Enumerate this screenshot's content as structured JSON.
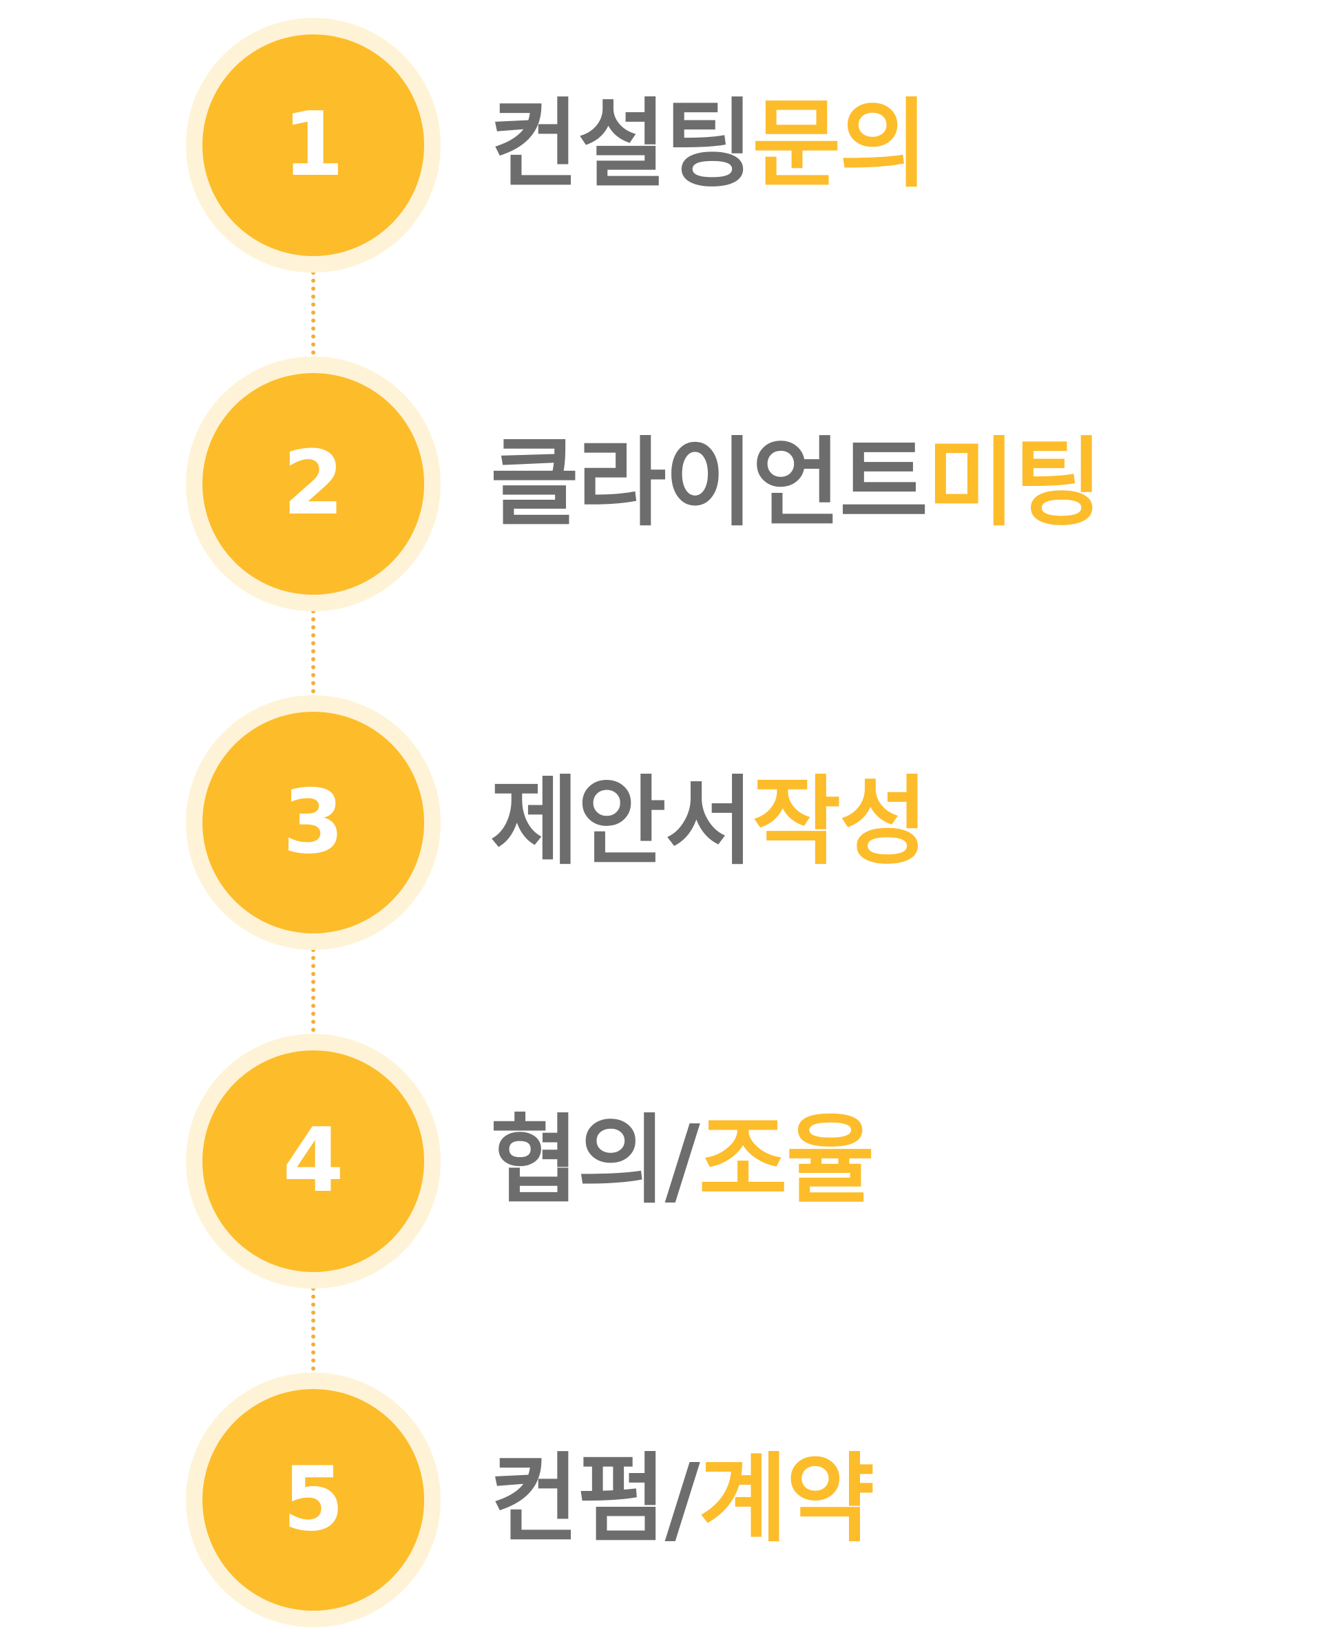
{
  "colors": {
    "accent": "#fdbc2a",
    "halo": "#fef3d6",
    "text_gray": "#6d6d6d",
    "connector": "#f5ad3a",
    "number_text": "#ffffff"
  },
  "steps": [
    {
      "number": "1",
      "label_main": "컨설팅 ",
      "label_sep": "",
      "label_accent": "문의"
    },
    {
      "number": "2",
      "label_main": "클라이언트 ",
      "label_sep": "",
      "label_accent": "미팅"
    },
    {
      "number": "3",
      "label_main": "제안서 ",
      "label_sep": "",
      "label_accent": "작성"
    },
    {
      "number": "4",
      "label_main": "협의",
      "label_sep": "/",
      "label_accent": "조율"
    },
    {
      "number": "5",
      "label_main": "컨펌",
      "label_sep": "/",
      "label_accent": "계약"
    }
  ]
}
